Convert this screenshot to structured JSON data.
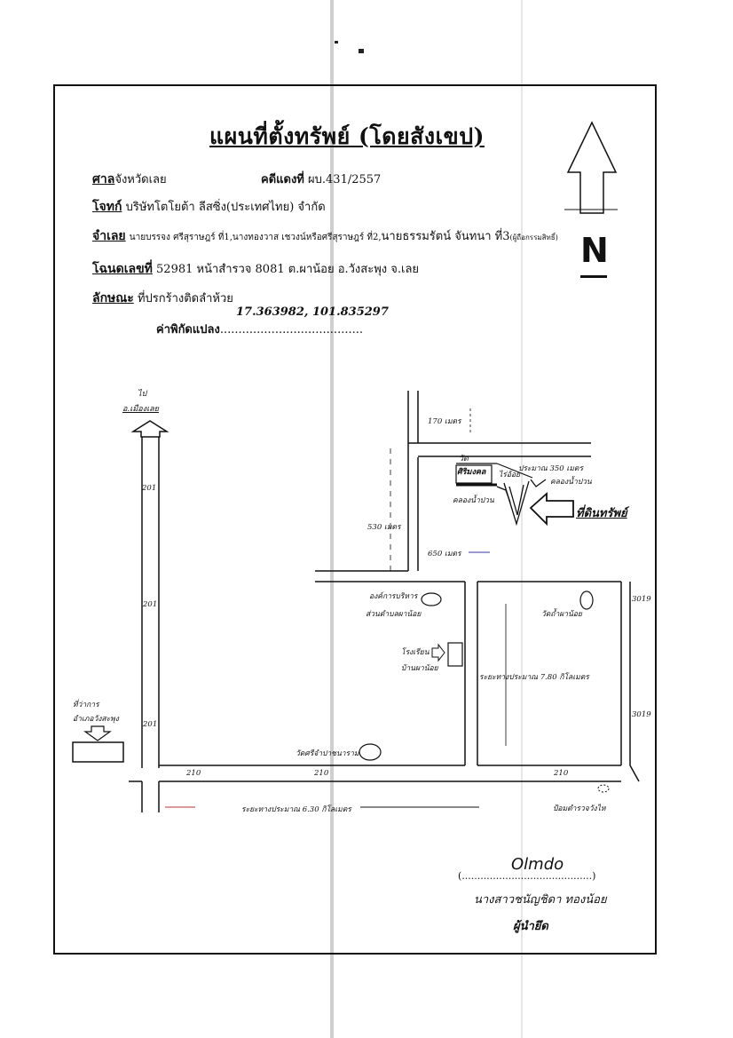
{
  "title": "แผนที่ตั้งทรัพย์ (โดยสังเขป)",
  "north": "N",
  "header": {
    "court_label": "ศาล",
    "court_value": "จังหวัดเลย",
    "case_label": "คดีแดงที่",
    "case_value": "ผบ.431/2557",
    "plaintiff_label": "โจทก์",
    "plaintiff_value": "บริษัทโตโยต้า ลีสซิ่ง(ประเทศไทย) จำกัด",
    "defendant_label": "จำเลย",
    "defendant_value_small": "นายบรรจง ศรีสุราษฎร์ ที่1,นางทองวาส เชวงน์หรือศรีสุราษฎร์ ที่2,",
    "defendant_value_main": "นายธรรมรัตน์ จันทนา ที่3",
    "defendant_note": "(ผู้ถือกรรมสิทธิ์)",
    "deed_label": "โฉนดเลขที่",
    "deed_value": "52981 หน้าสำรวจ 8081 ต.ผาน้อย อ.วังสะพุง จ.เลย",
    "type_label": "ลักษณะ",
    "type_value": "ที่ปรกร้างติดลำห้วย",
    "coord_label": "ค่าพิกัดแปลง",
    "coord_dots": ".......................................",
    "coord_value": "17.363982, 101.835297"
  },
  "map": {
    "to_label": "ไป",
    "to_city": "อ.เมืองเลย",
    "road_201_a": "201",
    "road_201_b": "201",
    "road_201_c": "201",
    "road_210_a": "210",
    "road_210_b": "210",
    "road_210_c": "210",
    "road_3019_a": "3019",
    "road_3019_b": "3019",
    "dist_170": "170 เมตร",
    "wat_label": "วัด",
    "wat_name": "ศิริมงคล",
    "field": "ไร่อ้อย",
    "dist_350": "ประมาณ 350 เมตร",
    "canal_right": "คลองน้ำปวน",
    "canal_left": "คลองน้ำปวน",
    "property_label": "ที่ดินทรัพย์",
    "dist_530": "530 เมตร",
    "dist_650": "650 เมตร",
    "sao_1": "องค์การบริหาร",
    "sao_2": "ส่วนตำบลผาน้อย",
    "school_1": "โรงเรียน",
    "school_2": "บ้านผาน้อย",
    "temple_panoi": "วัดถ้ำผาน้อย",
    "dist_780": "ระยะทางประมาณ 7.80 กิโลเมตร",
    "district_1": "ที่ว่าการ",
    "district_2": "อำเภอวังสะพุง",
    "temple_sri": "วัดศรีจำปาชนาราม",
    "dist_630": "ระยะทางประมาณ 6.30 กิโลเมตร",
    "police": "ป้อมตำรวจวังไห"
  },
  "signature": {
    "scribble": "Olmdo",
    "bracket": "(..........................................)",
    "name": "นางสาวชนัญชิดา ทองน้อย",
    "role": "ผู้นำยึด"
  }
}
